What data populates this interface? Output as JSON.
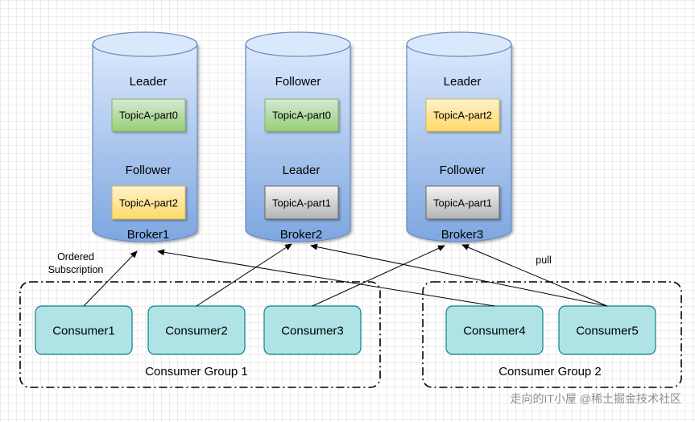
{
  "brokers": [
    {
      "name": "Broker1",
      "top_role": "Leader",
      "top_partition": "TopicA-part0",
      "top_color": "green",
      "bottom_role": "Follower",
      "bottom_partition": "TopicA-part2",
      "bottom_color": "yellow"
    },
    {
      "name": "Broker2",
      "top_role": "Follower",
      "top_partition": "TopicA-part0",
      "top_color": "green",
      "bottom_role": "Leader",
      "bottom_partition": "TopicA-part1",
      "bottom_color": "gray"
    },
    {
      "name": "Broker3",
      "top_role": "Leader",
      "top_partition": "TopicA-part2",
      "top_color": "yellow",
      "bottom_role": "Follower",
      "bottom_partition": "TopicA-part1",
      "bottom_color": "gray"
    }
  ],
  "consumers": [
    "Consumer1",
    "Consumer2",
    "Consumer3",
    "Consumer4",
    "Consumer5"
  ],
  "groups": [
    "Consumer Group 1",
    "Consumer Group 2"
  ],
  "labels": {
    "ordered_line1": "Ordered",
    "ordered_line2": "Subscription",
    "pull": "pull"
  },
  "watermark": "走向的IT小屋  @稀土掘金技术社区",
  "colors": {
    "green": "#d5e8d4",
    "green_border": "#82b366",
    "yellow": "#fff2cc",
    "yellow_border": "#d6b656",
    "gray": "#f5f5f5",
    "gray_border": "#666666",
    "consumer_fill": "#b0e3e6",
    "consumer_border": "#0e8088",
    "cylinder_top": "#dae8fc",
    "cylinder_bottom": "#7ea6e0",
    "cylinder_border": "#6c8ebf"
  }
}
